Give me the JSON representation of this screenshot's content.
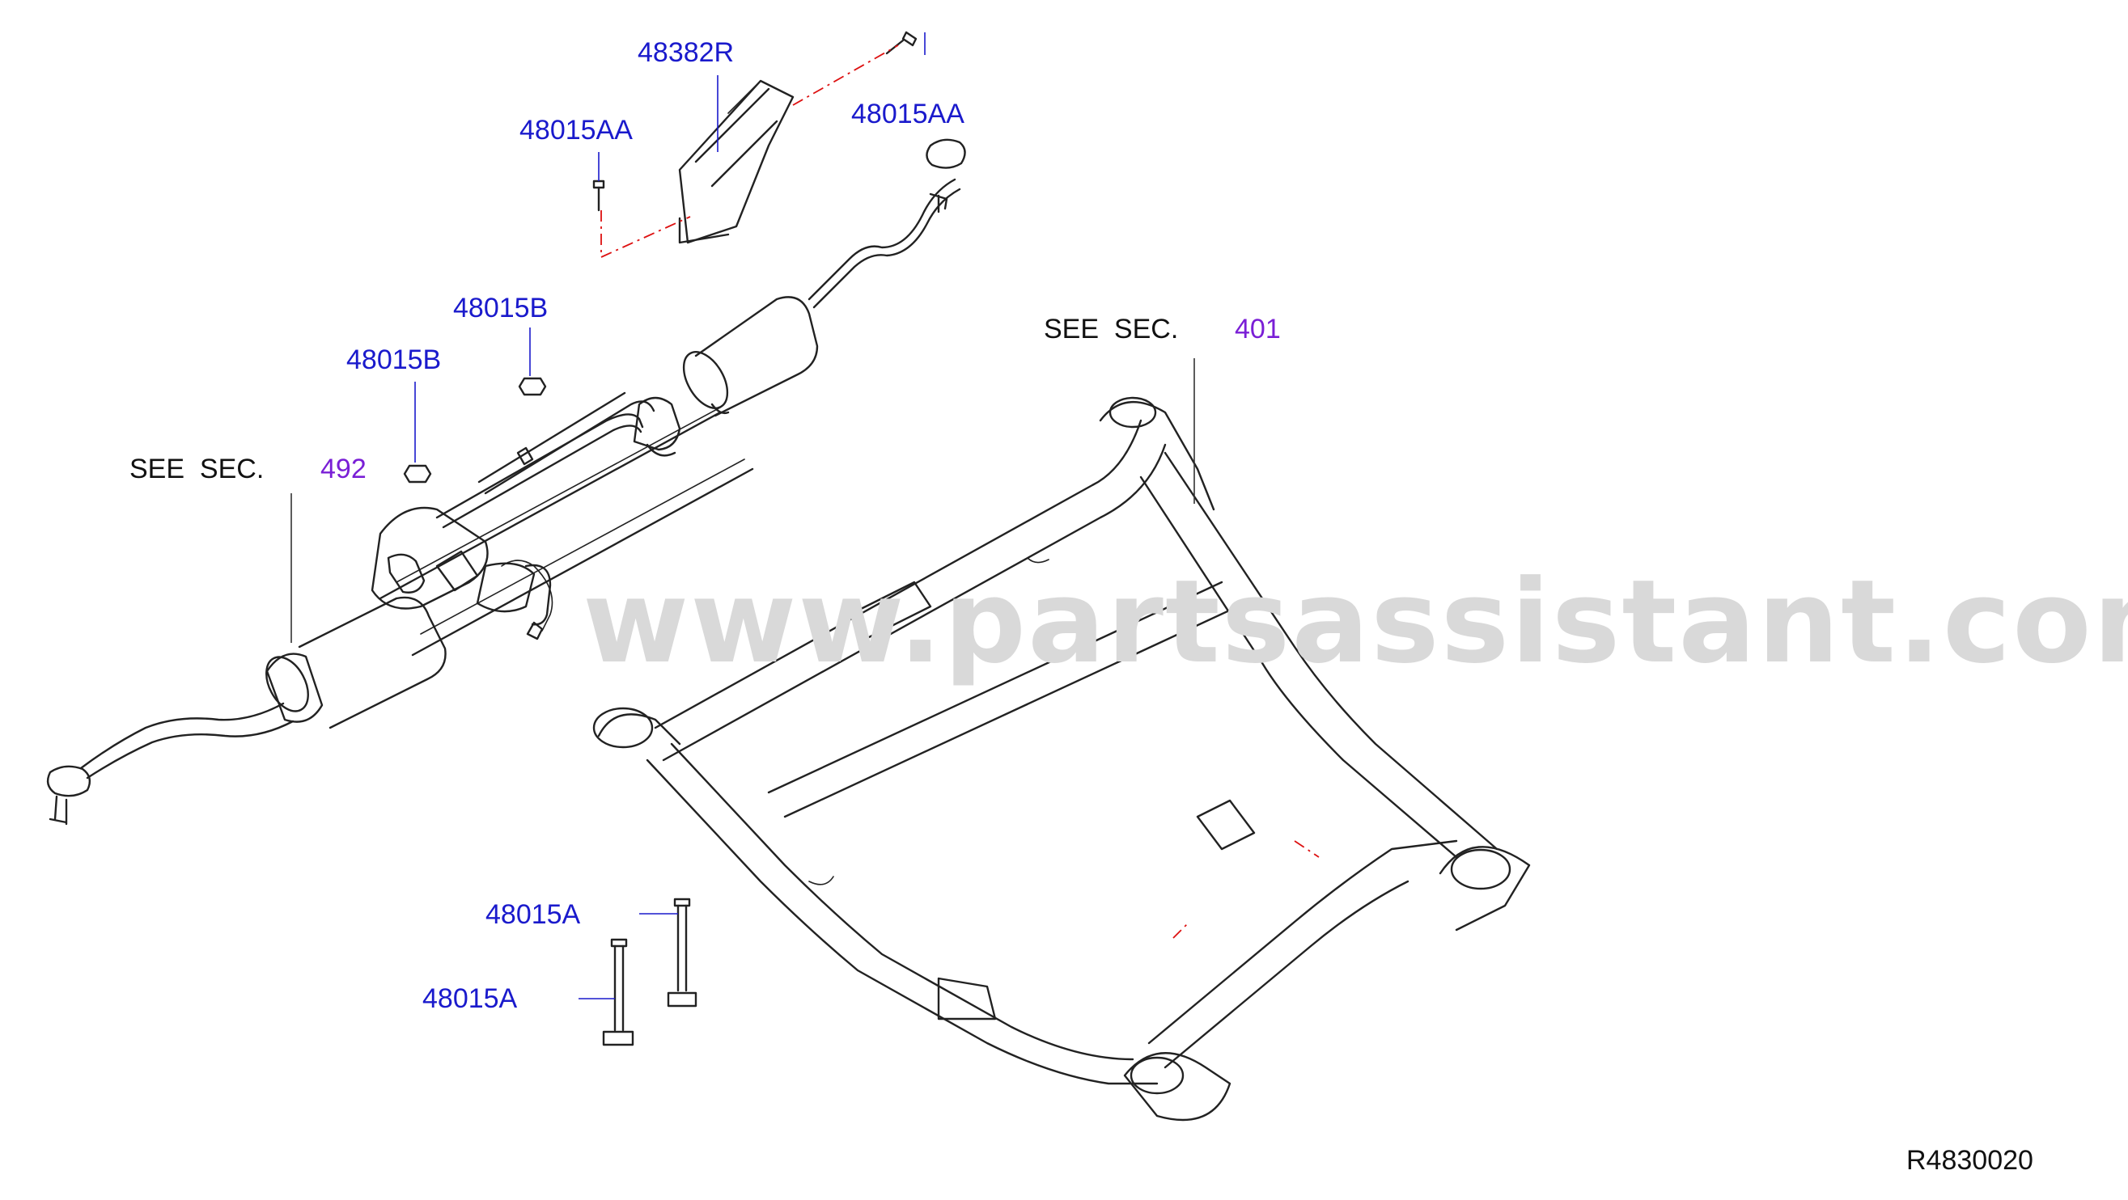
{
  "watermark": "www.partsassistant.com",
  "diagram_code": "R4830020",
  "colors": {
    "part_number": "#1a1acc",
    "section_number": "#7a1fd6",
    "leader_dash": "#d11111",
    "watermark": "#d9d9d9"
  },
  "callouts": {
    "bracket": "48382R",
    "bolt_upper_right": "48015AA",
    "bolt_upper_left": "48015AA",
    "nut_right": "48015B",
    "nut_left": "48015B",
    "bolt_lower_upper": "48015A",
    "bolt_lower_lower": "48015A"
  },
  "section_refs": {
    "crossmember": {
      "prefix": "SEE  SEC.",
      "number": "401"
    },
    "steering_gear": {
      "prefix": "SEE  SEC.",
      "number": "492"
    }
  }
}
